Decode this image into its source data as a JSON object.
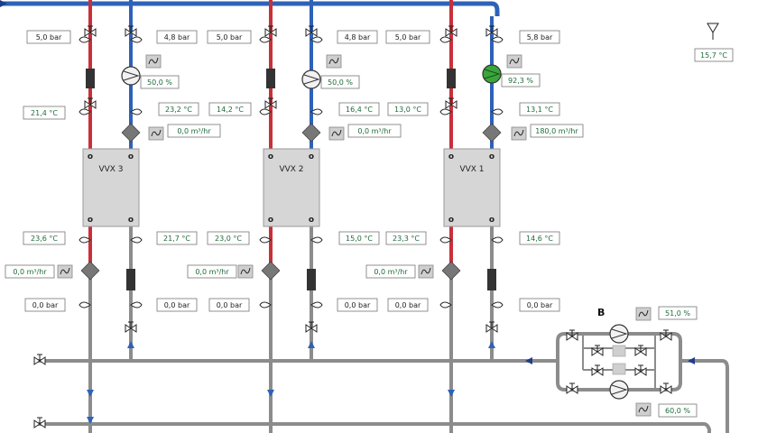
{
  "units": [
    {
      "name": "VVX 3",
      "pressure_in_1": "5,0 bar",
      "pressure_in_2": "4,8 bar",
      "pump_percent": "50,0 %",
      "temp_in_red": "21,4 °C",
      "temp_in_blue": "23,2 °C",
      "flow_in": "0,0 m³/hr",
      "temp_out_red": "23,6 °C",
      "temp_out_blue": "21,7 °C",
      "flow_out": "0,0 m³/hr",
      "pressure_out_1": "0,0 bar",
      "pressure_out_2": "0,0 bar",
      "pump_active": false
    },
    {
      "name": "VVX 2",
      "pressure_in_1": "5,0 bar",
      "pressure_in_2": "4,8 bar",
      "pump_percent": "50,0 %",
      "temp_in_red": "14,2 °C",
      "temp_in_blue": "16,4 °C",
      "flow_in": "0,0 m³/hr",
      "temp_out_red": "23,0 °C",
      "temp_out_blue": "15,0 °C",
      "flow_out": "0,0 m³/hr",
      "pressure_out_1": "0,0 bar",
      "pressure_out_2": "0,0 bar",
      "pump_active": false
    },
    {
      "name": "VVX 1",
      "pressure_in_1": "5,0 bar",
      "pressure_in_2": "5,8 bar",
      "pump_percent": "92,3 %",
      "temp_in_red": "13,0 °C",
      "temp_in_blue": "13,1 °C",
      "flow_in": "180,0 m³/hr",
      "temp_out_red": "23,3 °C",
      "temp_out_blue": "14,6 °C",
      "flow_out": "0,0 m³/hr",
      "pressure_out_1": "0,0 bar",
      "pressure_out_2": "0,0 bar",
      "pump_active": true
    }
  ],
  "outdoor_temp": "15,7 °C",
  "station_b": {
    "label": "B",
    "pump_top_percent": "51,0 %",
    "pump_bottom_percent": "60,0 %"
  },
  "colors": {
    "supply": "#c8303a",
    "return": "#2e62b8",
    "pipe_gray": "#8c8c8c",
    "value_text": "#1f6b3a",
    "pump_on": "#3aa63a",
    "unit_fill": "#d6d6d6"
  }
}
